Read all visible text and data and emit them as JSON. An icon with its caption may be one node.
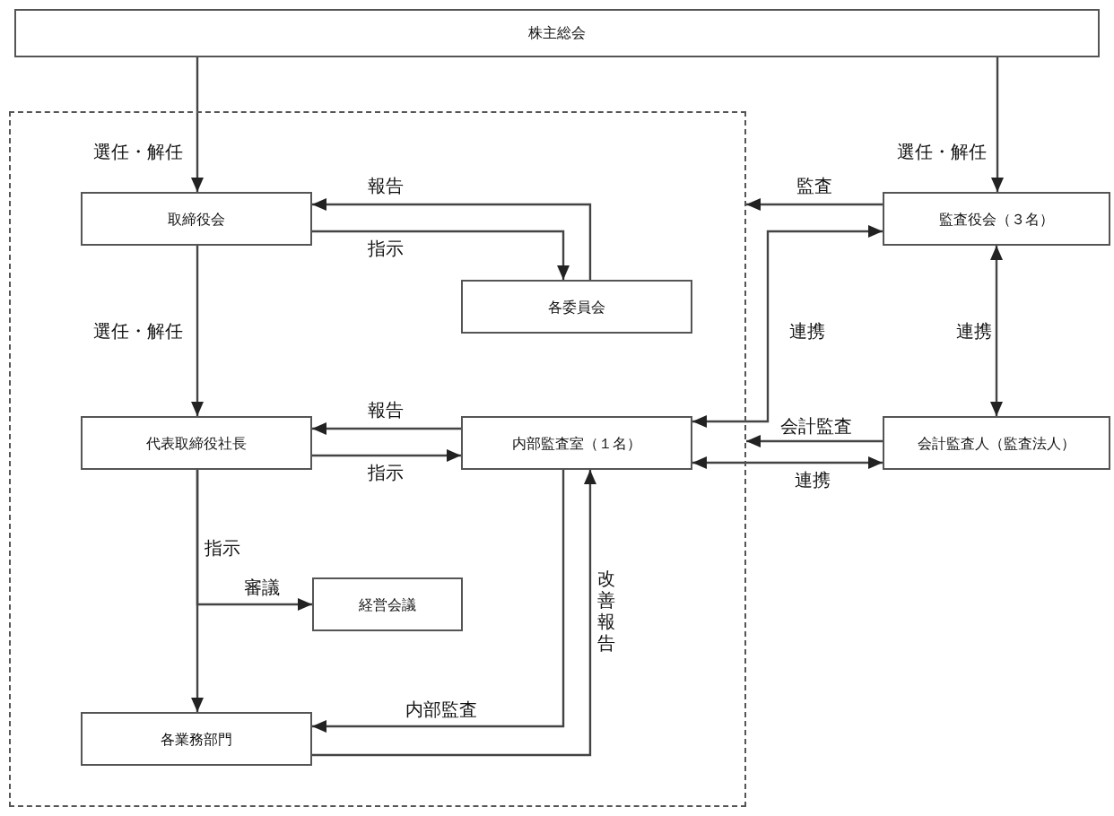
{
  "diagram": {
    "nodes": [
      {
        "text": [
          "株主総会"
        ]
      },
      {
        "text": [],
        "shape": "box"
      },
      {
        "text": [
          "取締役会"
        ],
        "in": 1
      },
      {
        "text": [
          "各委員会"
        ],
        "in": 1
      },
      {
        "text": [
          "代表取締役社長"
        ],
        "in": 1
      },
      {
        "text": [
          "内部監査室（１名）"
        ],
        "in": 1
      },
      {
        "text": [
          "経営会議"
        ],
        "in": 1
      },
      {
        "text": [
          "各業務部門"
        ],
        "in": 1
      },
      {
        "text": [
          "監査役会（３名）"
        ]
      },
      {
        "text": [
          "会計監査人（監査法人）"
        ]
      }
    ],
    "edges": [
      {
        "from": 0,
        "to": 2,
        "arrow": "to",
        "label": "選任・解任"
      },
      {
        "from": 0,
        "to": 8,
        "arrow": "to",
        "label": "選任・解任"
      },
      {
        "from": 3,
        "to": 2,
        "arrow": "to",
        "label": "報告"
      },
      {
        "from": 2,
        "to": 3,
        "arrow": "to",
        "label": "指示"
      },
      {
        "from": 2,
        "to": 4,
        "arrow": "to",
        "label": "選任・解任"
      },
      {
        "from": 5,
        "to": 4,
        "arrow": "to",
        "label": "報告"
      },
      {
        "from": 4,
        "to": 5,
        "arrow": "to",
        "label": "指示"
      },
      {
        "from": 4,
        "to": 7,
        "arrow": "to",
        "label": "指示"
      },
      {
        "from": 4,
        "to": 6,
        "arrow": "to",
        "label": "審議"
      },
      {
        "from": 8,
        "to": 1,
        "arrow": "to",
        "label": "監査"
      },
      {
        "from": 5,
        "to": 8,
        "arrow": "both",
        "label": "連携"
      },
      {
        "from": 8,
        "to": 9,
        "arrow": "both",
        "label": "連携"
      },
      {
        "from": 9,
        "to": 1,
        "arrow": "to",
        "label": "会計監査"
      },
      {
        "from": 5,
        "to": 9,
        "arrow": "both",
        "label": "連携"
      },
      {
        "from": 5,
        "to": 7,
        "arrow": "to",
        "label": "内部監査"
      },
      {
        "from": 7,
        "to": 5,
        "arrow": "to",
        "label": "改善報告"
      }
    ]
  }
}
